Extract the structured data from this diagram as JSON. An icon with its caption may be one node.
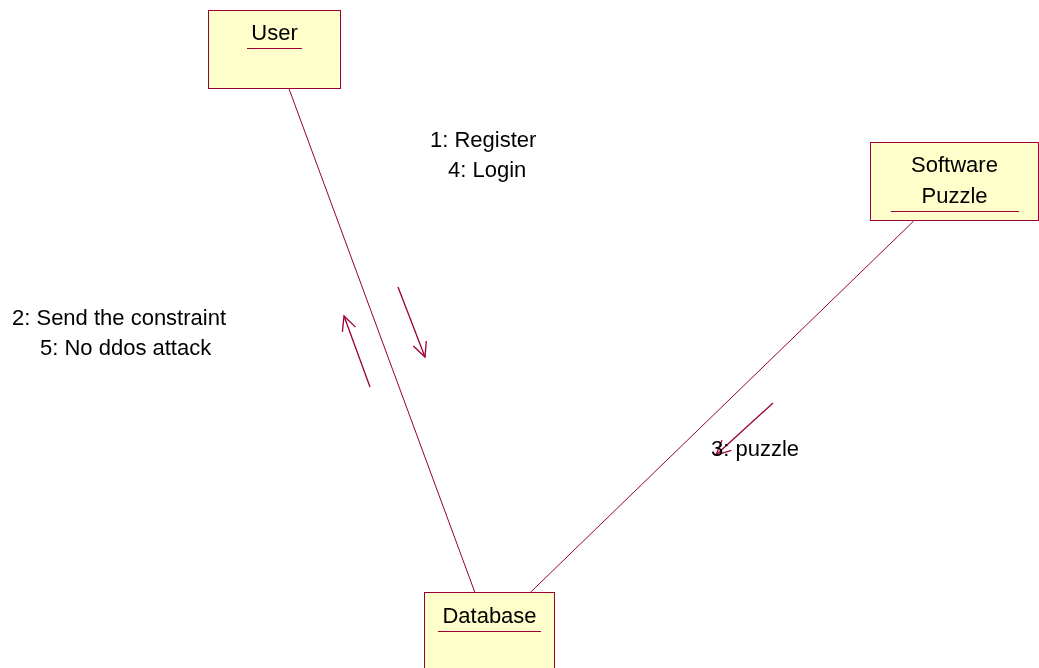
{
  "diagram": {
    "nodes": [
      {
        "text": [
          "User"
        ]
      },
      {
        "text": [
          "Software Puzzle"
        ]
      },
      {
        "text": [
          "Database"
        ]
      }
    ],
    "edges": [
      {
        "from": 0,
        "to": 2,
        "arrow": "none"
      },
      {
        "from": 1,
        "to": 2,
        "arrow": "none"
      }
    ],
    "labels": [
      "1: Register",
      "4: Login",
      "2: Send the constraint",
      "5: No ddos attack",
      "3: puzzle"
    ]
  }
}
